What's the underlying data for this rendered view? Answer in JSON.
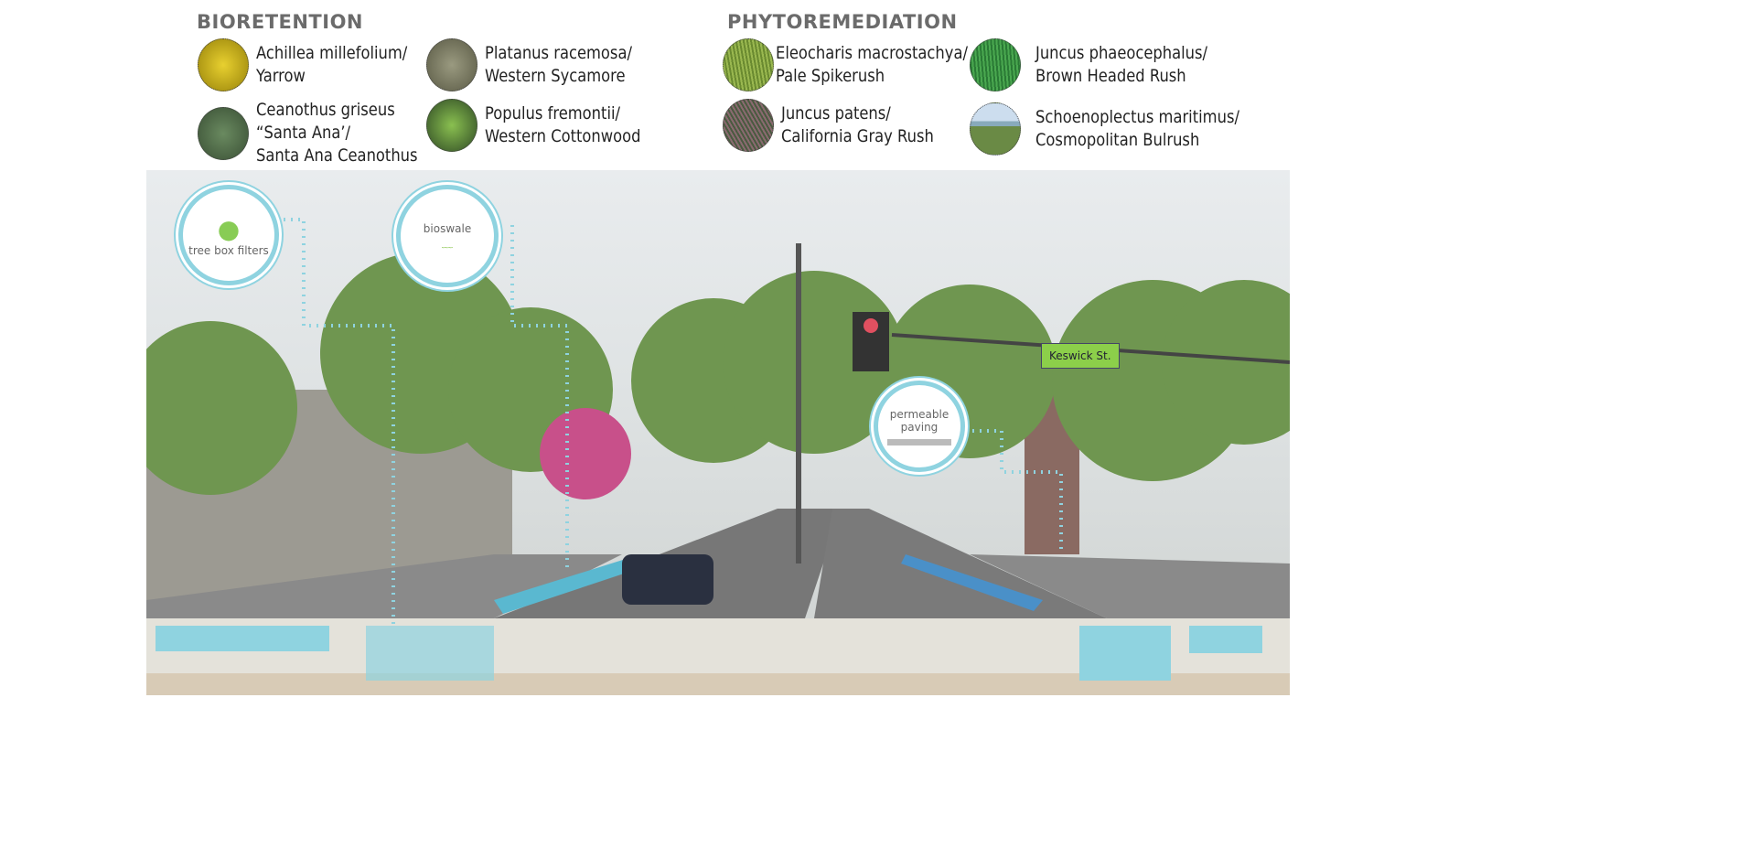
{
  "bioretention": {
    "title": "BIORETENTION",
    "plants": [
      {
        "name": "Achillea millefolium/",
        "common": "Yarrow",
        "color": "#d8c02a"
      },
      {
        "name": "Platanus racemosa/",
        "common": "Western Sycamore",
        "color": "#7b7a62"
      },
      {
        "name": "Ceanothus griseus",
        "name2": "“Santa Ana’/",
        "common": "Santa Ana Ceanothus",
        "color": "#4b6a45"
      },
      {
        "name": "Populus fremontii/",
        "common": "Western Cottonwood",
        "color": "#6a9a3a"
      }
    ]
  },
  "phytoremediation": {
    "title": "PHYTOREMEDIATION",
    "plants": [
      {
        "name": "Eleocharis macrostachya/",
        "common": "Pale Spikerush",
        "color": "#8aa848"
      },
      {
        "name": "Juncus phaeocephalus/",
        "common": "Brown Headed Rush",
        "color": "#3f9a45"
      },
      {
        "name": "Juncus patens/",
        "common": "California Gray Rush",
        "color": "#6a6a58"
      },
      {
        "name": "Schoenoplectus maritimus/",
        "common": "Cosmopolitan Bulrush",
        "color": "#7f9c7a"
      }
    ]
  },
  "callouts": {
    "tree_box": "tree box filters",
    "bioswale": "bioswale",
    "paving_1": "permeable",
    "paving_2": "paving"
  },
  "street_sign": "Keswick St.",
  "colors": {
    "water": "#8fd3e0",
    "tree": "#5d8a3c"
  }
}
